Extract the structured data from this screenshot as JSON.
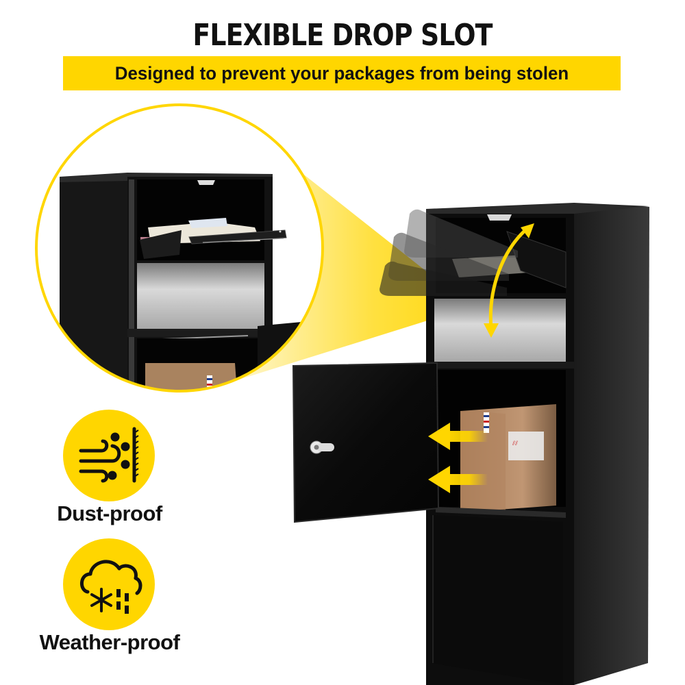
{
  "header": {
    "title": "FLEXIBLE DROP SLOT",
    "subtitle": "Designed to prevent your packages from being stolen"
  },
  "colors": {
    "accent_yellow": "#ffd600",
    "mailbox_black": "#0d0d0d",
    "panel_silver": "#bdbdbd",
    "box_kraft": "#b88a62",
    "background": "#ffffff",
    "text": "#111111"
  },
  "features": [
    {
      "icon": "dust-proof-icon",
      "label": "Dust-proof"
    },
    {
      "icon": "weather-proof-icon",
      "label": "Weather-proof"
    }
  ],
  "illustration": {
    "magnifier": "zoomed view of open drop slot with letters",
    "mailbox": "black parcel drop box with swinging drop slot, locking door and parcel",
    "indicators": [
      "swing-arrow",
      "retrieve-arrow-upper",
      "retrieve-arrow-lower"
    ]
  }
}
